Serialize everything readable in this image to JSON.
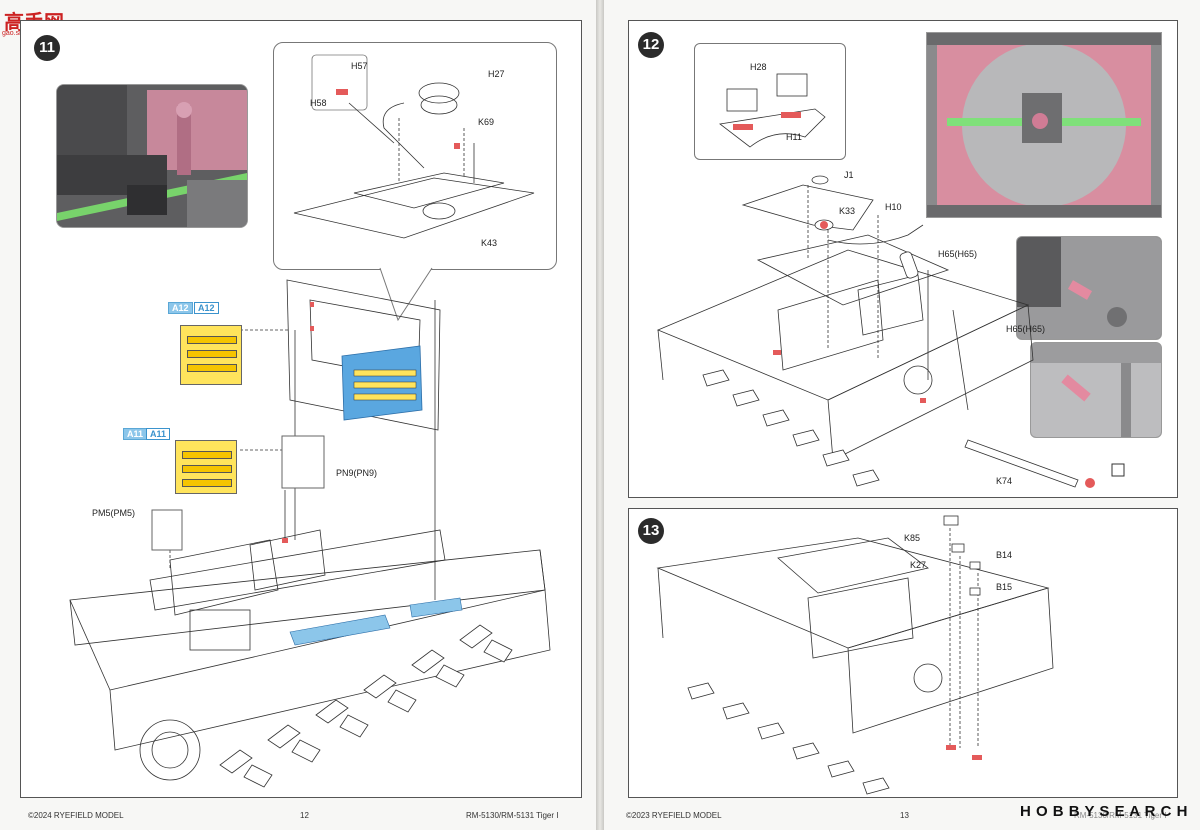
{
  "watermark": {
    "brand": "高手网",
    "site": "gao.shou.com",
    "hobby": "H O B B Y  S E A R C H"
  },
  "left": {
    "step": "11",
    "callout_parts": {
      "h57": "H57",
      "h58": "H58",
      "h27": "H27",
      "k69": "K69",
      "k43": "K43"
    },
    "a12_tag": "A12",
    "a12_ghost": "A12",
    "a11_tag": "A11",
    "a11_ghost": "A11",
    "pn9": "PN9(PN9)",
    "pm5": "PM5(PM5)",
    "footer_left": "©2024 RYEFIELD MODEL",
    "footer_page": "12",
    "footer_right": "RM-5130/RM-5131 Tiger I"
  },
  "right": {
    "step12": "12",
    "step13": "13",
    "p12": {
      "h28": "H28",
      "h11": "H11",
      "j1": "J1",
      "k33": "K33",
      "h10": "H10",
      "h65": "H65(H65)",
      "h65b": "H65(H65)",
      "k74": "K74"
    },
    "p13": {
      "k85": "K85",
      "k27": "K27",
      "b14": "B14",
      "b15": "B15"
    },
    "footer_left": "©2023 RYEFIELD MODEL",
    "footer_page": "13",
    "footer_right": "RM-5130/RM-5131 Tiger I"
  }
}
